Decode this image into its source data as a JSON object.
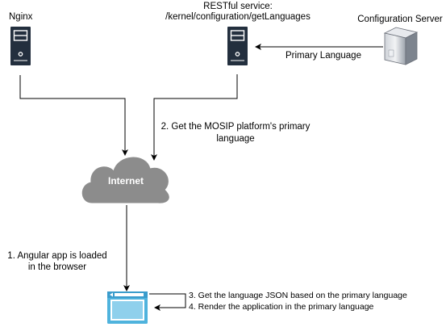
{
  "nodes": {
    "nginx": {
      "label": "Nginx",
      "icon": "server-tower-icon"
    },
    "rest_service": {
      "label_line1": "RESTful service:",
      "label_line2": "/kernel/configuration/getLanguages",
      "icon": "server-tower-icon"
    },
    "config_server": {
      "label": "Configuration Server",
      "icon": "server-box-icon"
    },
    "internet": {
      "label": "Internet",
      "icon": "cloud-icon",
      "color": "#8c8c8c"
    },
    "browser": {
      "icon": "browser-window-icon",
      "color": "#4fb3dd"
    }
  },
  "edges": {
    "config_to_rest": {
      "label": "Primary Language"
    },
    "rest_to_internet": {
      "label_line1": "2. Get the MOSIP platform's primary",
      "label_line2": "language"
    },
    "internet_to_browser": {
      "label_line1": "1. Angular app is loaded",
      "label_line2": "in the browser"
    },
    "browser_self_loop": {
      "label_line1": "3. Get the language JSON based on the primary language",
      "label_line2": "4. Render the application in the primary language"
    }
  },
  "colors": {
    "server_dark": "#232f3e",
    "server_light": "#ffffff",
    "cloud": "#8c8c8c",
    "browser_blue": "#4fb3dd",
    "edge": "#000000"
  }
}
